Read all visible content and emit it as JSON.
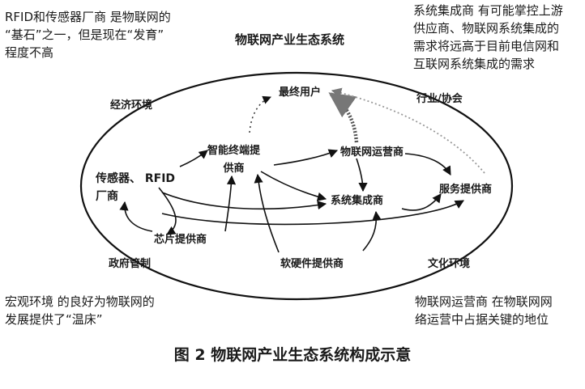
{
  "notes": {
    "top_left": "RFID和传感器厂商 是物联网的\n“基石”之一，但是现在“发育”\n程度不高",
    "top_right": "系统集成商 有可能掌控上游\n供应商、物联网系统集成的\n需求将远高于目前电信网和\n互联网系统集成的需求",
    "bottom_left": "宏观环境 的良好为物联网的\n发展提供了“温床”",
    "bottom_right": "物联网运营商 在物联网网\n络运营中占据关键的地位"
  },
  "diagram": {
    "title": "物联网产业生态系统",
    "nodes": {
      "end_user": "最终用户",
      "smart_terminal": "智能终端提\n供商",
      "iot_operator": "物联网运营商",
      "sensor_rfid": "传感器、 RFID\n厂商",
      "system_integrator": "系统集成商",
      "service_provider": "服务提供商",
      "chip_provider": "芯片提供商",
      "software_hardware": "软硬件提供商"
    },
    "environment": {
      "economic": "经济环境",
      "industry": "行业/协会",
      "government": "政府管制",
      "culture": "文化环境"
    }
  },
  "caption": "图 2 物联网产业生态系统构成示意"
}
